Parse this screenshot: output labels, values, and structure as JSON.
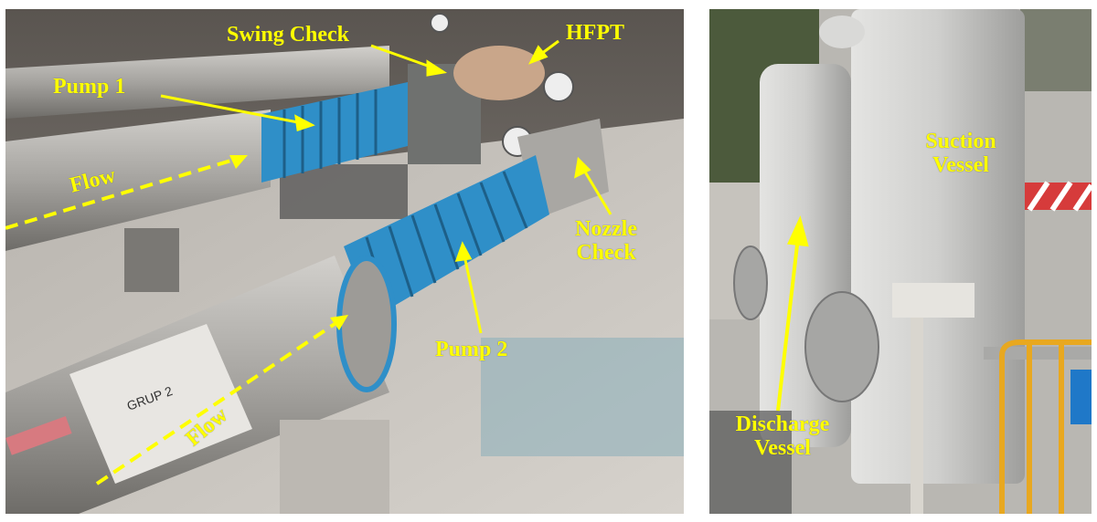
{
  "figure": {
    "left_panel": {
      "description": "Pump station with two inline pumps, piping and valves",
      "labels": {
        "swing_check": "Swing Check",
        "hfpt": "HFPT",
        "pump1": "Pump 1",
        "flow_top": "Flow",
        "nozzle_check_line1": "Nozzle",
        "nozzle_check_line2": "Check",
        "pump2": "Pump 2",
        "flow_bottom": "Flow",
        "pipe_marking": "GRUP 2"
      }
    },
    "right_panel": {
      "description": "Two grey pressure vessels outdoors",
      "labels": {
        "suction_line1": "Suction",
        "suction_line2": "Vessel",
        "discharge_line1": "Discharge",
        "discharge_line2": "Vessel"
      }
    },
    "colors": {
      "annotation": "#ffff00",
      "pump_blue": "#2f8fc8",
      "pipe_grey": "#a8a6a2"
    }
  }
}
